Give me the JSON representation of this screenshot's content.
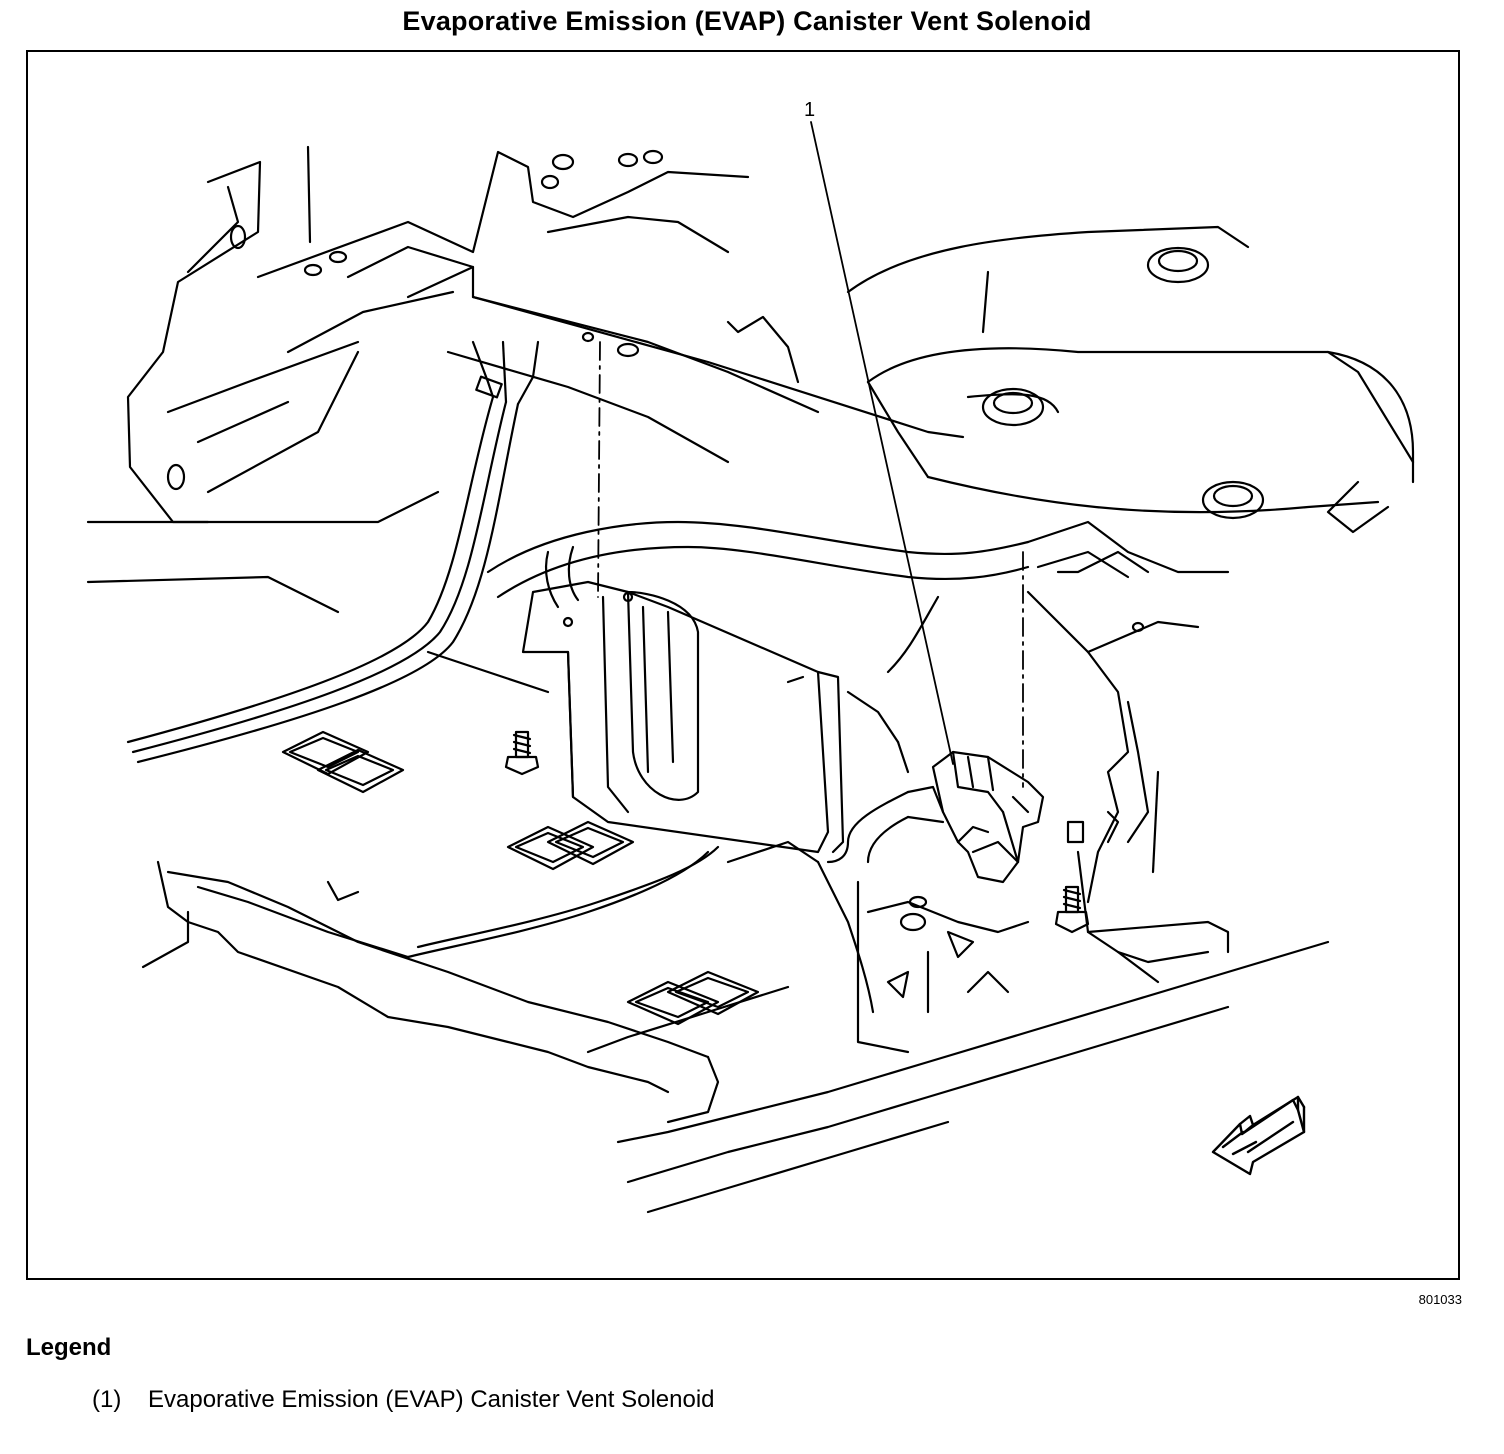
{
  "figure": {
    "title": "Evaporative Emission (EVAP) Canister Vent Solenoid",
    "callouts": [
      {
        "number": "1"
      }
    ],
    "figure_id": "801033"
  },
  "legend": {
    "heading": "Legend",
    "items": [
      {
        "number": "(1)",
        "text": "Evaporative Emission (EVAP) Canister Vent Solenoid"
      }
    ]
  },
  "icons": {
    "direction_arrow": "forward-direction-arrow-icon"
  }
}
